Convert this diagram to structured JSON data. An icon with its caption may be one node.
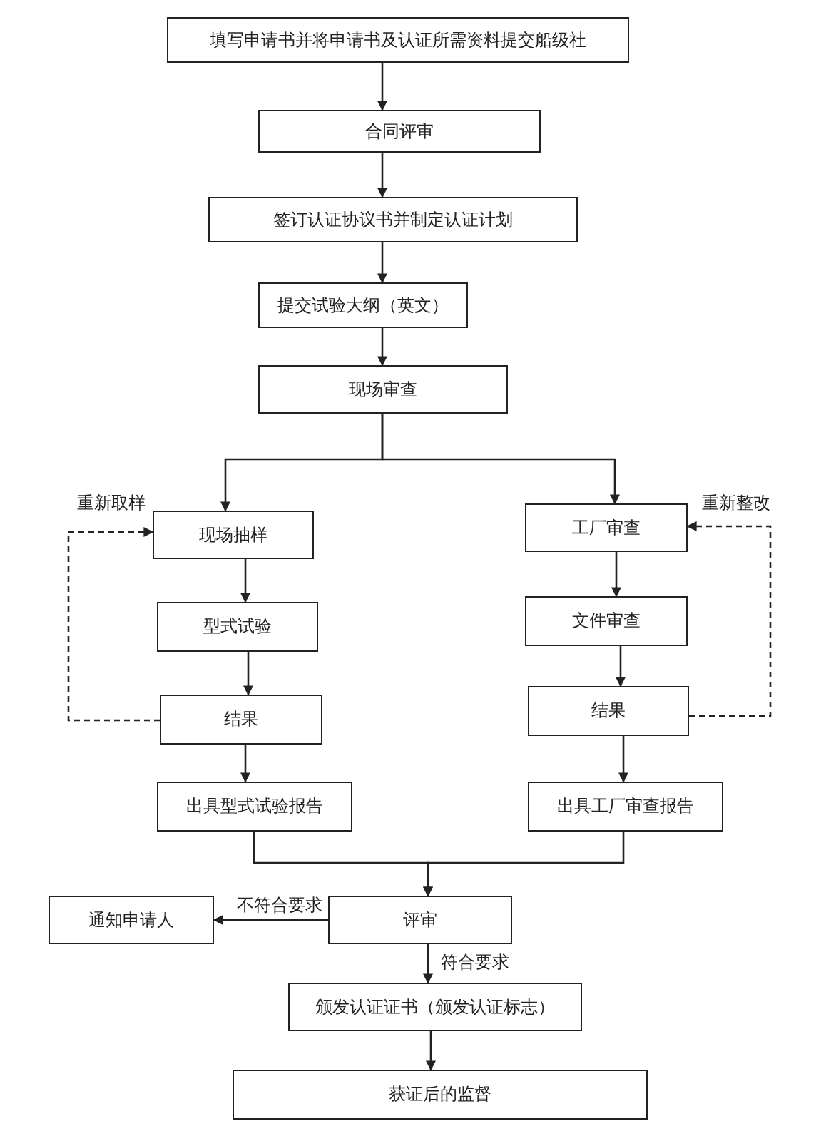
{
  "diagram": {
    "nodes": [
      {
        "text": [
          "填写申请书并将申请书及认证所需资料提交船级社"
        ]
      },
      {
        "text": [
          "合同评审"
        ]
      },
      {
        "text": [
          "签订认证协议书并制定认证计划"
        ]
      },
      {
        "text": [
          "提交试验大纲（英文）"
        ]
      },
      {
        "text": [
          "现场审查"
        ]
      },
      {
        "text": [
          "现场抽样"
        ]
      },
      {
        "text": [
          "型式试验"
        ]
      },
      {
        "text": [
          "结果"
        ]
      },
      {
        "text": [
          "出具型式试验报告"
        ]
      },
      {
        "text": [
          "工厂审查"
        ]
      },
      {
        "text": [
          "文件审查"
        ]
      },
      {
        "text": [
          "结果"
        ]
      },
      {
        "text": [
          "出具工厂审查报告"
        ]
      },
      {
        "text": [
          "评审"
        ]
      },
      {
        "text": [
          "通知申请人"
        ]
      },
      {
        "text": [
          "颁发认证证书（颁发认证标志）"
        ]
      },
      {
        "text": [
          "获证后的监督"
        ]
      }
    ],
    "edges": [
      {
        "from": 0,
        "to": 1,
        "arrow": "to"
      },
      {
        "from": 1,
        "to": 2,
        "arrow": "to"
      },
      {
        "from": 2,
        "to": 3,
        "arrow": "to"
      },
      {
        "from": 3,
        "to": 4,
        "arrow": "to"
      },
      {
        "from": 4,
        "to": 5,
        "arrow": "to"
      },
      {
        "from": 4,
        "to": 9,
        "arrow": "to"
      },
      {
        "from": 5,
        "to": 6,
        "arrow": "to"
      },
      {
        "from": 6,
        "to": 7,
        "arrow": "to"
      },
      {
        "from": 7,
        "to": 8,
        "arrow": "to"
      },
      {
        "from": 7,
        "to": 5,
        "arrow": "to",
        "label": "重新取样",
        "style": "dashed"
      },
      {
        "from": 9,
        "to": 10,
        "arrow": "to"
      },
      {
        "from": 10,
        "to": 11,
        "arrow": "to"
      },
      {
        "from": 11,
        "to": 12,
        "arrow": "to"
      },
      {
        "from": 11,
        "to": 9,
        "arrow": "to",
        "label": "重新整改",
        "style": "dashed"
      },
      {
        "from": 8,
        "to": 13,
        "arrow": "to"
      },
      {
        "from": 12,
        "to": 13,
        "arrow": "to"
      },
      {
        "from": 13,
        "to": 14,
        "arrow": "to",
        "label": "不符合要求"
      },
      {
        "from": 13,
        "to": 15,
        "arrow": "to",
        "label": "符合要求"
      },
      {
        "from": 15,
        "to": 16,
        "arrow": "to"
      }
    ]
  }
}
